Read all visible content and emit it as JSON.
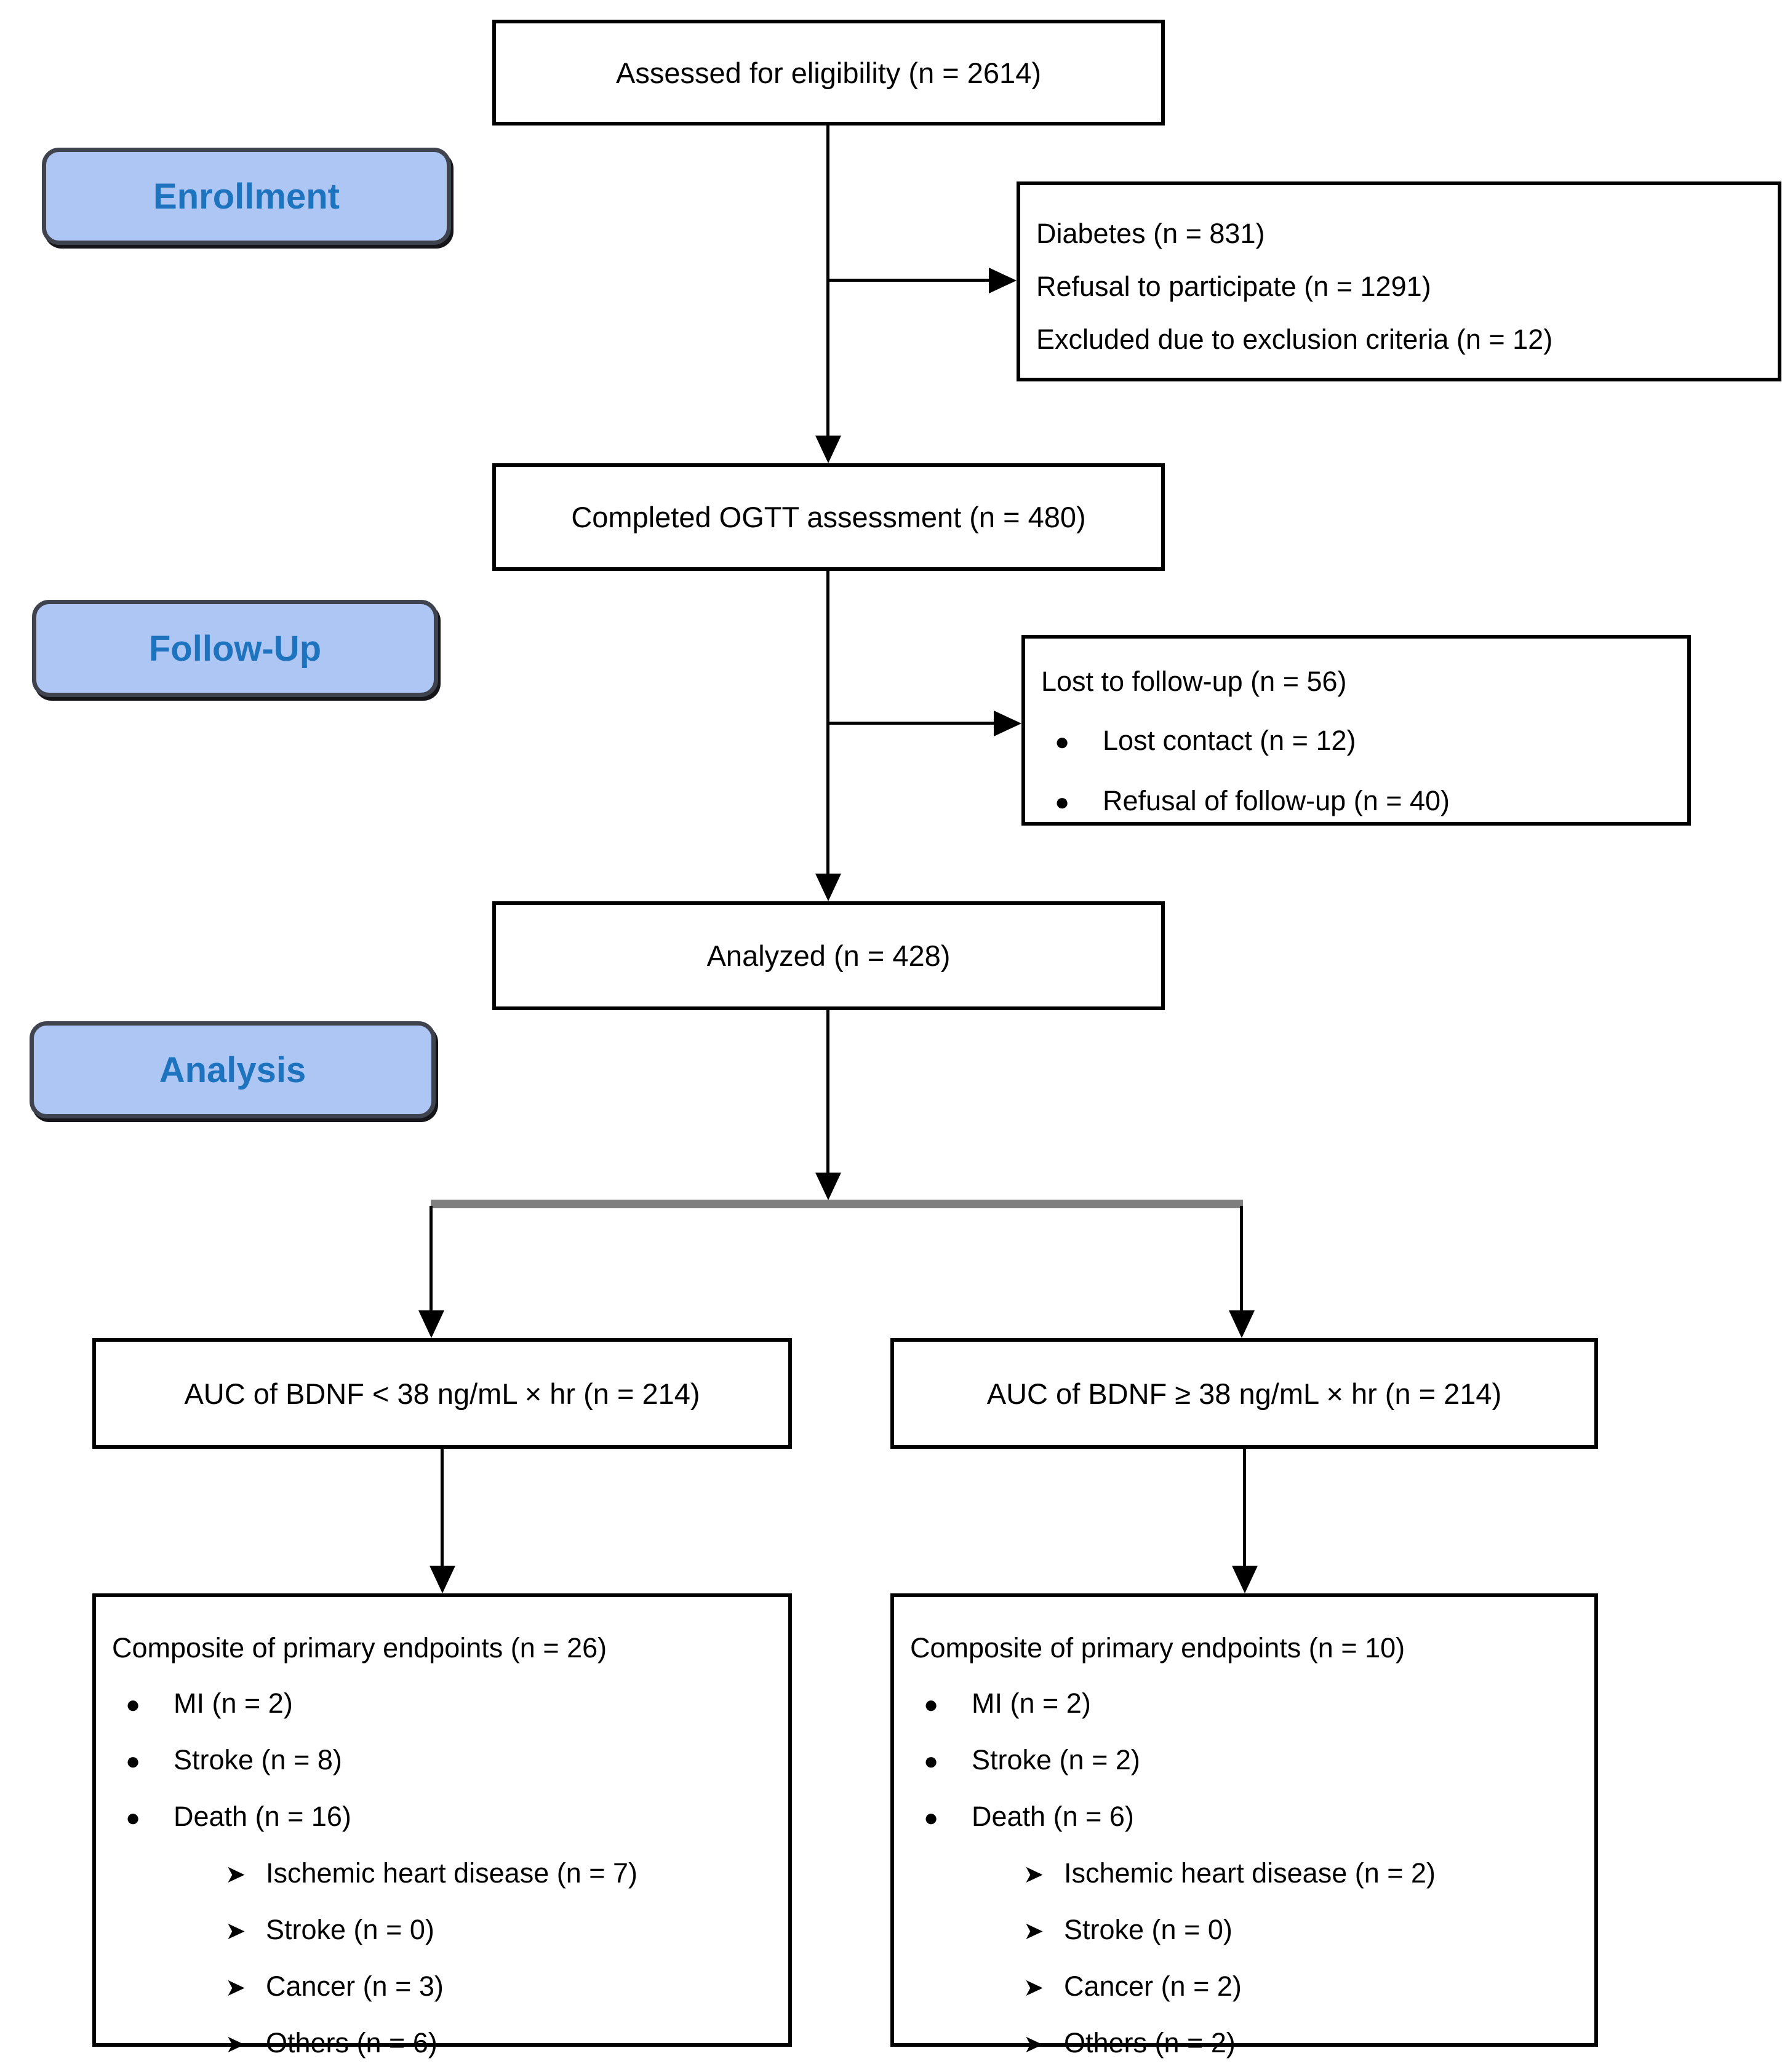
{
  "labels": {
    "enrollment": "Enrollment",
    "followup": "Follow-Up",
    "analysis": "Analysis"
  },
  "boxes": {
    "assessed": "Assessed for eligibility (n = 2614)",
    "excluded": {
      "lines": [
        "Diabetes (n = 831)",
        "Refusal to participate (n = 1291)",
        "Excluded due to exclusion criteria (n = 12)"
      ]
    },
    "ogtt": "Completed OGTT assessment (n = 480)",
    "lost": {
      "header": "Lost to follow-up (n = 56)",
      "bullets": [
        "Lost contact (n = 12)",
        "Refusal of follow-up (n = 40)"
      ]
    },
    "analyzed": "Analyzed (n = 428)",
    "branch_low": "AUC of BDNF < 38 ng/mL × hr (n = 214)",
    "branch_high": "AUC of BDNF ≥ 38 ng/mL × hr (n = 214)",
    "endpoint_low": {
      "header": "Composite of primary endpoints (n = 26)",
      "bullets": [
        "MI (n = 2)",
        "Stroke (n = 8)",
        "Death (n = 16)"
      ],
      "sub_bullets": [
        "Ischemic heart disease (n = 7)",
        "Stroke (n = 0)",
        "Cancer (n = 3)",
        "Others (n = 6)"
      ]
    },
    "endpoint_high": {
      "header": "Composite of primary endpoints (n = 10)",
      "bullets": [
        "MI (n = 2)",
        "Stroke (n = 2)",
        "Death (n = 6)"
      ],
      "sub_bullets": [
        "Ischemic heart disease (n = 2)",
        "Stroke (n = 0)",
        "Cancer (n = 2)",
        "Others (n = 2)"
      ]
    }
  },
  "icons": {
    "bullet": "●",
    "arrow_bullet": "➤"
  },
  "colors": {
    "stage_fill": "#AEC6F4",
    "stage_text": "#1E73BE",
    "stage_border": "#3E434E",
    "box_border": "#000000",
    "connector": "#000000",
    "split_bar": "#7F7F7F"
  }
}
